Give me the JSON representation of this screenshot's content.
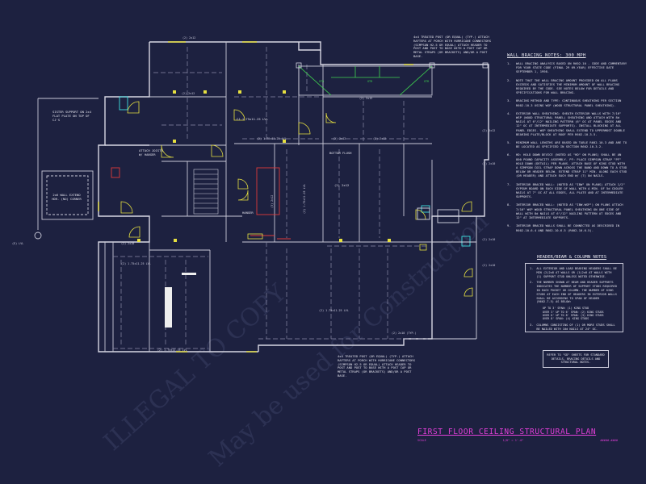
{
  "colors": {
    "background": "#1d2140",
    "wall": "#d8d8e4",
    "beam": "#8a8aa8",
    "door": "#e6e040",
    "accent_red": "#e03a3a",
    "accent_green": "#3fd64f",
    "title": "#e23fd8",
    "cyan": "#3fe0e0"
  },
  "wall_bracing": {
    "title": "WALL BRACING NOTES: 300 MPH",
    "notes": [
      {
        "num": "1.",
        "text": "WALL BRACING ANALYSIS BASED ON R602.10 - CODE AND COMMENTARY FOR YOUR STATE CODE (FINAL 29 09-YEAR) EFFECTIVE DATE SEPTEMBER 1, 1998."
      },
      {
        "num": "2.",
        "text": "NOTE THAT THE WALL BRACING AMOUNT PROVIDED ON ALL PLANS EXCEEDS AND SATISFIES THE MINIMUM AMOUNT OF WALL BRACING REQUIRED BY THE CODE. SEE NOTES BELOW FOR DETAILS AND SPECIFICATIONS FOR WALL BRACING."
      },
      {
        "num": "3.",
        "text": "BRACING METHOD AND TYPE: CONTINUOUS SHEATHING PER SECTION R602.10.3 USING WSP (WOOD STRUCTURAL PANEL SHEATHING)."
      },
      {
        "num": "4.",
        "text": "EXTERIOR WALL SHEATHING: SHEATH EXTERIOR WALLS WITH 7/16\" WSP (WOOD STRUCTURAL PANEL) SHEATHING AND ATTACH WITH 8d NAILS AT 6\"/12\" NAILING PATTERN (6\" OC AT PANEL EDGES AND 12\" OC AT INTERMEDIATE SUPPORTS). INSTALL BLOCKING AT ALL PANEL EDGES. WSP SHEATHING SHALL EXTEND TO UPPERMOST DOUBLE BEARING PLATE/BLOCK AT ROOF PER R602.10.3.5."
      },
      {
        "num": "5.",
        "text": "MINIMUM WALL LENGTHS ARE BASED ON TABLE R602.10.3 AND ARE TO BE LOCATED AS SPECIFIED IN SECTION R602.10.3.2."
      },
      {
        "num": "6.",
        "text": "HD: HOLD DOWN DEVICE (NOTED AS \"HD\" ON PLANS) SHALL BE AN 800 POUND CAPACITY ASSEMBLY. PF: PLACE SIMPSON STRAP \"PF\" HOLD DOWN (DETAIL) PER PLANS. ATTACH BASE OF KING STUD WITH A SIMPSON COIL STRAP DOWN ACROSS THE BAND AND DOWN TO A STUD BELOW OR HEADER BELOW. EXTEND STRAP 11\" MIN. ALONG EACH STUD (OR HEADER) AND ATTACH EACH END W/ (7) 8d NAILS."
      },
      {
        "num": "7.",
        "text": "INTERIOR BRACED WALL: (NOTED AS \"IBW\" ON PLANS) ATTACH 1/2\" GYPSUM BOARD ON EACH SIDE OF WALL WITH A MIN. OF 5d COOLER NAILS AT 7\" OC AT ALL EDGES, ALL PLATE AND AT INTERMEDIATE SUPPORTS."
      },
      {
        "num": "8.",
        "text": "INTERIOR BRACED WALL: (NOTED AS \"IBW-WSP\") ON PLANS ATTACH 7/16\" WSP WOOD STRUCTURAL PANEL SHEATHING ON ONE SIDE OF WALL WITH 8d NAILS AT 6\"/12\" NAILING PATTERN AT EDGES AND 12\" AT INTERMEDIATE SUPPORTS."
      },
      {
        "num": "9.",
        "text": "INTERIOR BRACED WALLS SHALL BE CONNECTED AS DESCRIBED IN R602.10.6.4 AND R602.10.6.5 (R602.10.6.5)."
      }
    ]
  },
  "header_beam": {
    "title": "HEADER/BEAM & COLUMN NOTES",
    "notes": [
      {
        "num": "1.",
        "text": "ALL EXTERIOR AND LOAD BEARING HEADERS SHALL BE MIN (2)2x8 AT WALLS OR (1)2x8 AT WALLS WITH (1) SUPPORT STUD UNLESS NOTED OTHERWISE."
      },
      {
        "num": "2.",
        "text": "THE NUMBER SHOWN AT BEAM AND HEADER SUPPORTS INDICATES THE NUMBER OF SUPPORT STUDS REQUIRED IN EACH POCKET OR COLUMN. THE NUMBER OF KING STUDS AT EACH END OF HEADERS IN EXTERIOR WALLS SHALL BE ACCORDING TO SPAN OF HEADER (R602.7.5) AS BELOW:"
      },
      {
        "num": "3.",
        "text": "COLUMNS CONSISTING OF (1) OR MORE STUDS SHALL BE NAILED WITH 10d NAILS AT 24\" OC."
      }
    ],
    "legend": [
      "UP TO 3' SPAN: (1) KING STUD",
      "OVER 3' UP TO 6' SPAN: (2) KING STUDS",
      "OVER 6' UP TO 8' SPAN: (3) KING STUDS",
      "OVER 8' SPAN: (4) KING STUDS"
    ]
  },
  "reference_note": "REFER TO \"SD\" SHEETS FOR STANDARD DETAILS, BRACING DETAILS AND STRUCTURAL NOTES.",
  "callouts": {
    "top": "4x4 TREATED POST (OR EQUAL) (TYP.) ATTACH RAFTERS AT PORCH WITH HURRICANE CONNECTORS (SIMPSON H2.5 OR EQUAL) ATTACH HEADER TO POST AND POST TO BASE WITH A POST CAP OR METAL STRAPS (OR BRACKETS) AND/OR A POST BASE.",
    "bottom": "4x4 TREATED POST (OR EQUAL) (TYP.) ATTACH RAFTERS AT PORCH WITH HURRICANE CONNECTORS (SIMPSON H2.5 OR EQUAL) ATTACH HEADER TO POST AND POST TO BASE WITH A POST CAP OR METAL STRAPS (OR BRACKETS) AND/OR A POST BASE.",
    "left_top": "SISTER SUPPORT ON 2x4 FLAT PLATE ON TOP OF CJ'S",
    "left_wall": "2x6 WALL EXTEND HDR. (NO) CORNER",
    "attach": "ATTACH JOISTS W/ HANGER",
    "bottom_flush": "BOTTOM FLUSH",
    "cj_label": "CJ 1.75x11.25 LVL",
    "beam_label": "(2) 2x12",
    "hanger": "HANGER"
  },
  "title": {
    "text": "FIRST FLOOR CEILING STRUCTURAL PLAN",
    "scale": "SCALE",
    "scale_value": "1/8\" = 1'-0\"",
    "sheet_ref": "#####-####"
  }
}
